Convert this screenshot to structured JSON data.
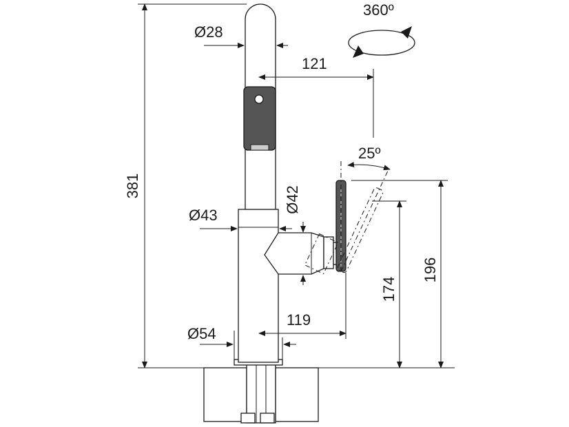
{
  "rotation_label": "360º",
  "angle_label": "25º",
  "dimensions": {
    "spout_diameter": "Ø28",
    "reach": "121",
    "total_height": "381",
    "lever_diameter": "Ø42",
    "body_diameter": "Ø43",
    "handle_height": "196",
    "spout_height": "174",
    "handle_reach": "119",
    "base_diameter": "Ø54"
  },
  "colors": {
    "line": "#1a1a1a",
    "spray_head": "#555555"
  }
}
